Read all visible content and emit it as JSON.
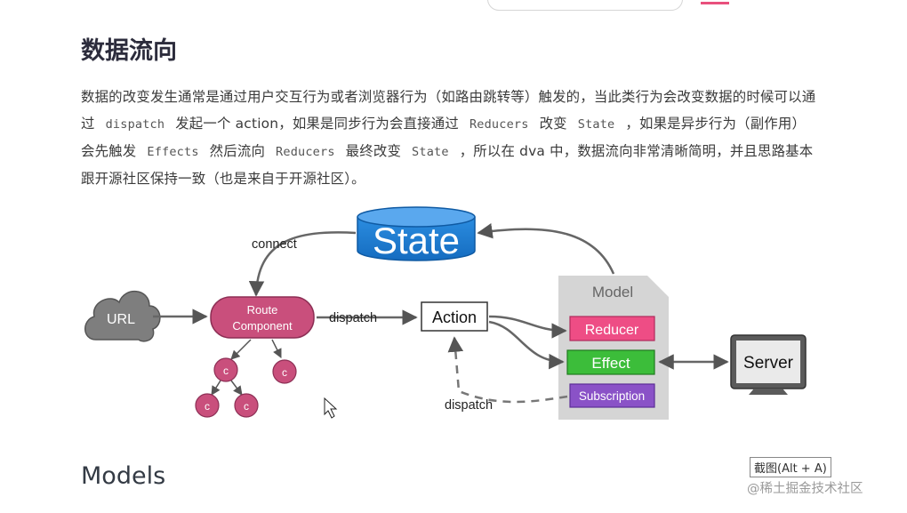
{
  "page": {
    "title": "数据流向",
    "paragraph": [
      {
        "t": "text",
        "v": "数据的改变发生通常是通过用户交互行为或者浏览器行为（如路由跳转等）触发的，当此类行为会改变数据的时候可以通过"
      },
      {
        "t": "code",
        "v": "dispatch"
      },
      {
        "t": "text",
        "v": "发起一个 action，如果是同步行为会直接通过"
      },
      {
        "t": "code",
        "v": "Reducers"
      },
      {
        "t": "text",
        "v": "改变"
      },
      {
        "t": "code",
        "v": "State"
      },
      {
        "t": "text",
        "v": "，如果是异步行为（副作用）会先触发"
      },
      {
        "t": "code",
        "v": "Effects"
      },
      {
        "t": "text",
        "v": "然后流向"
      },
      {
        "t": "code",
        "v": "Reducers"
      },
      {
        "t": "text",
        "v": "最终改变"
      },
      {
        "t": "code",
        "v": "State"
      },
      {
        "t": "text",
        "v": "，所以在 dva 中，数据流向非常清晰简明，并且思路基本跟开源社区保持一致（也是来自于开源社区）。"
      }
    ],
    "next_heading": "Models"
  },
  "diagram": {
    "state_label": "State",
    "connect_label": "connect",
    "url_label": "URL",
    "route_component_line1": "Route",
    "route_component_line2": "Component",
    "dispatch_label": "dispatch",
    "action_label": "Action",
    "model_label": "Model",
    "reducer_label": "Reducer",
    "effect_label": "Effect",
    "subscription_label": "Subscription",
    "server_label": "Server",
    "child_node_label": "c",
    "dispatch_back_label": "dispatch",
    "colors": {
      "state": "#1f7fd6",
      "route_component": "#c94f7c",
      "reducer": "#ee4d85",
      "effect": "#3cbd3a",
      "subscription": "#8a52c7",
      "model_bg": "#d5d5d5",
      "cloud": "#7e7e7e"
    }
  },
  "overlay": {
    "screenshot_hint": "截图(Alt + A)",
    "watermark": "@稀土掘金技术社区"
  }
}
